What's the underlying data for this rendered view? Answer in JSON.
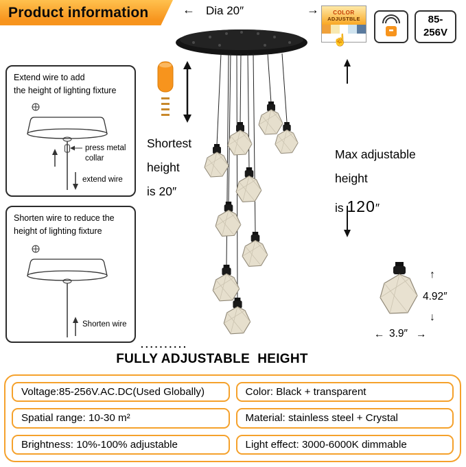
{
  "colors": {
    "accent_orange": "#F7941D",
    "spec_border": "#F5A12B",
    "canopy_black": "#151515",
    "crystal": "#E6DFCD"
  },
  "banner": {
    "title": "Product information"
  },
  "top": {
    "dia_label": "Dia 20″",
    "left_arrow": "←",
    "right_arrow": "→"
  },
  "badges": {
    "color_adjustable": {
      "line1": "COLOR",
      "line2": "ADJUSTBLE",
      "hand_icon": "☝"
    },
    "voltage": {
      "line1": "85-",
      "line2": "256V"
    }
  },
  "extend_box": {
    "caption_line1": "Extend wire to add",
    "caption_line2": "the height of lighting fixture",
    "collar_label": "press metal collar",
    "wire_label": "extend wire"
  },
  "shorten_box": {
    "caption_line1": "Shorten wire to reduce the",
    "caption_line2": "height of lighting fixture",
    "wire_label": "Shorten wire"
  },
  "heights": {
    "shortest_line1": "Shortest",
    "shortest_line2": "height",
    "shortest_line3": "is 20″",
    "max_line1": "Max adjustable",
    "max_line2": "height",
    "max_prefix": "is",
    "max_value": "120",
    "max_unit": "″"
  },
  "pendant_dimensions": {
    "height": "4.92″",
    "width": "3.9″",
    "up_arrow": "↑",
    "down_arrow": "↓",
    "left_arrow": "←",
    "right_arrow": "→"
  },
  "footer": {
    "dots": "..........",
    "heading": "FULLY ADJUSTABLE  HEIGHT"
  },
  "specs": [
    "Voltage:85-256V.AC.DC(Used Globally)",
    "Color: Black + transparent",
    "Spatial range: 10-30 m²",
    "Material: stainless steel + Crystal",
    "Brightness: 10%-100% adjustable",
    "Light effect: 3000-6000K dimmable"
  ]
}
